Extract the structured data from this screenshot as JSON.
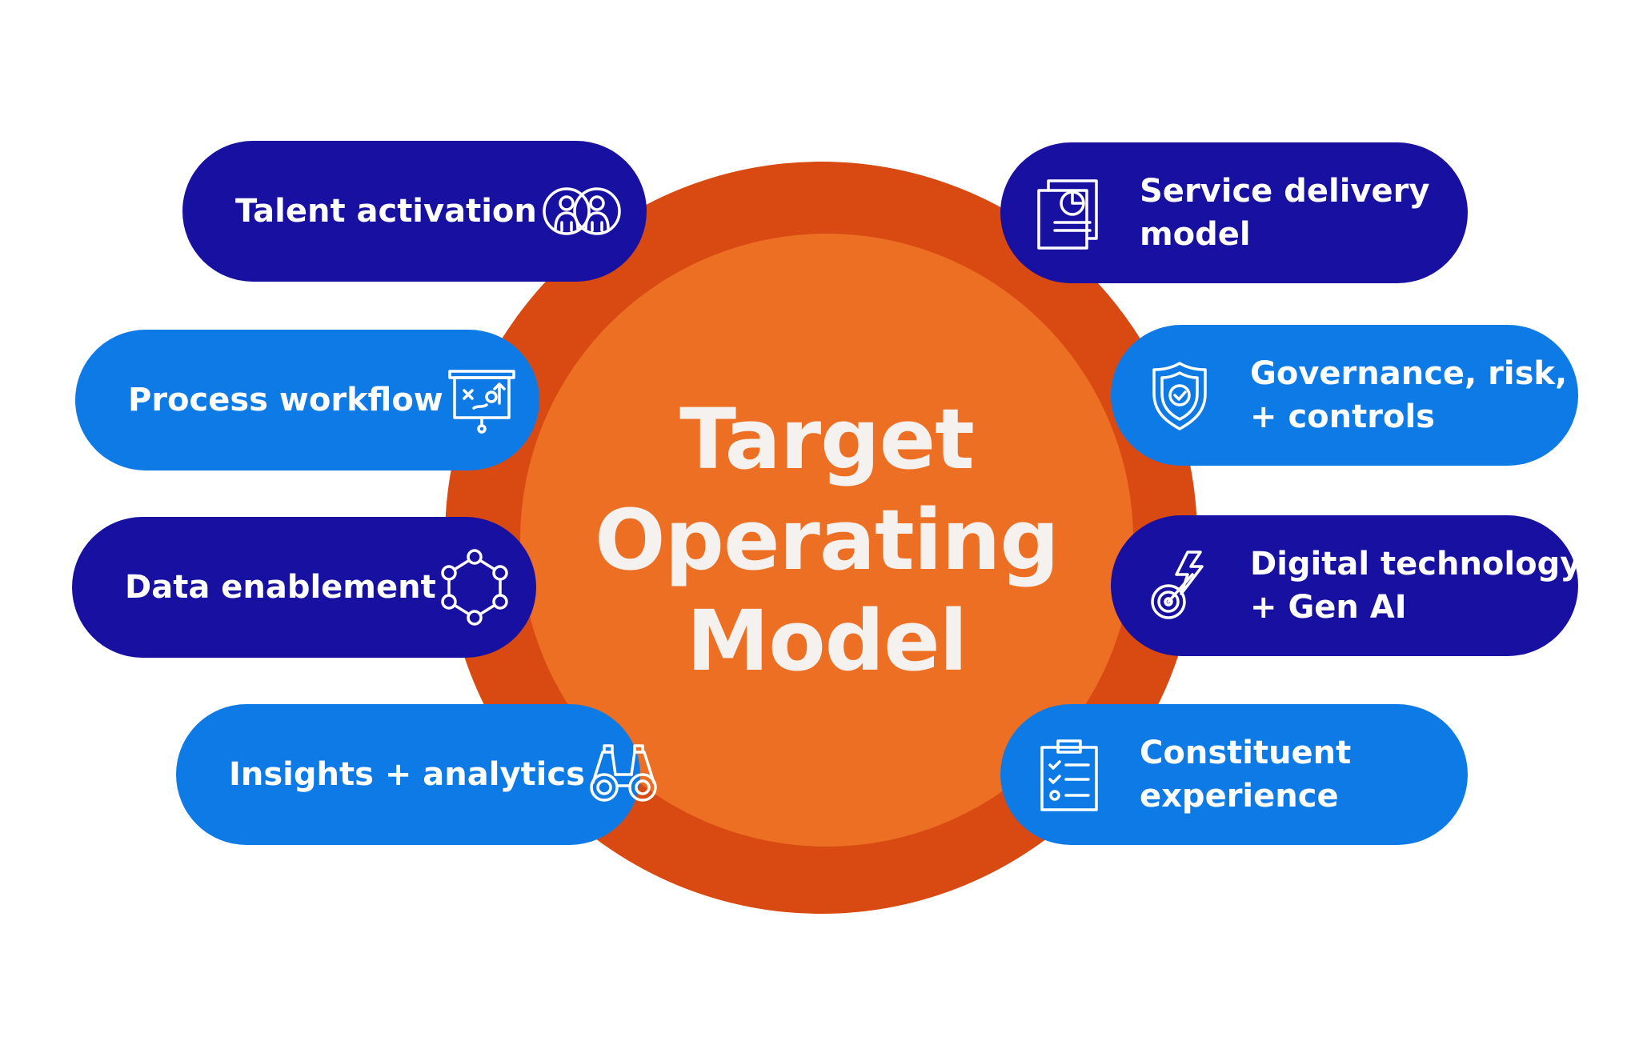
{
  "center": {
    "line1": "Target",
    "line2": "Operating",
    "line3": "Model"
  },
  "colors": {
    "outer_ring": "#d94a12",
    "inner_circle": "#ec6f24",
    "pill_dark": "#1810a0",
    "pill_blue": "#0e7ae6",
    "text": "#ffffff"
  },
  "left_items": [
    {
      "label": "Talent activation",
      "icon": "team-people-icon"
    },
    {
      "label": "Process workflow",
      "icon": "whiteboard-strategy-icon"
    },
    {
      "label": "Data enablement",
      "icon": "network-nodes-icon"
    },
    {
      "label": "Insights + analytics",
      "icon": "binoculars-icon"
    }
  ],
  "right_items": [
    {
      "line1": "Service delivery",
      "line2": "model",
      "icon": "report-document-icon"
    },
    {
      "line1": "Governance, risk,",
      "line2": "+ controls",
      "icon": "shield-check-icon"
    },
    {
      "line1": "Digital technology",
      "line2": "+ Gen AI",
      "icon": "lightning-target-icon"
    },
    {
      "line1": "Constituent",
      "line2": "experience",
      "icon": "clipboard-checklist-icon"
    }
  ]
}
